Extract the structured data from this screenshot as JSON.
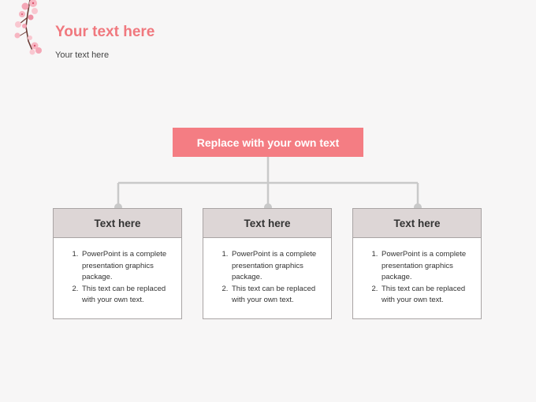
{
  "header": {
    "title": "Your text here",
    "subtitle": "Your text here"
  },
  "diagram": {
    "root_label": "Replace with your own text",
    "colors": {
      "accent": "#f47d83",
      "title": "#f0787e",
      "card_header": "#ddd6d6",
      "connector": "#c9c9c9"
    },
    "cards": [
      {
        "title": "Text here",
        "items": [
          "PowerPoint is a complete presentation graphics package.",
          "This text can be replaced with your own text."
        ]
      },
      {
        "title": "Text here",
        "items": [
          "PowerPoint is a complete presentation graphics package.",
          "This text can be replaced with your own text."
        ]
      },
      {
        "title": "Text here",
        "items": [
          "PowerPoint is a complete presentation graphics package.",
          "This text can be replaced with your own text."
        ]
      }
    ]
  }
}
